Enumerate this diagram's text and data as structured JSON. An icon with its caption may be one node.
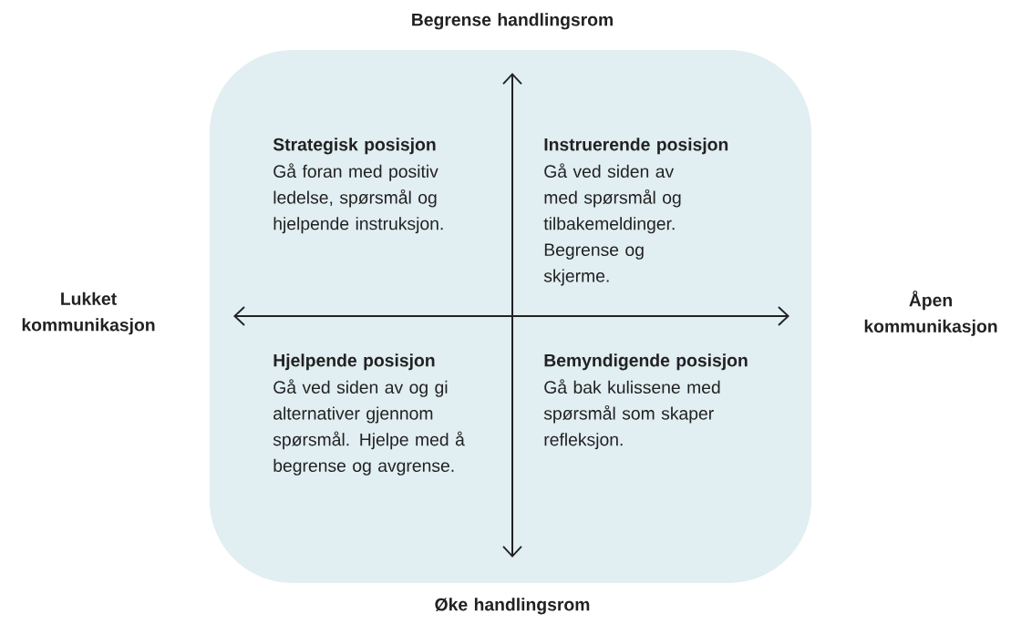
{
  "diagram": {
    "labels": [
      "Begrense handlingsrom",
      "Strategisk posisjon",
      "Gå foran med positiv ledelse, spørsmål og hjelpende instruksjon.",
      "Instruerende posisjon",
      "Gå ved siden av med spørsmål og tilbakemeldinger. Begrense og skjerme.",
      "Lukket kommunikasjon",
      "Åpen kommunikasjon",
      "Hjelpende posisjon",
      "Gå ved siden av og gi alternativer gjennom spørsmål. Hjelpe med å begrense og avgrense.",
      "Bemyndigende posisjon",
      "Gå bak kulissene med spørsmål som skaper refleksjon.",
      "Øke handlingsrom"
    ]
  }
}
